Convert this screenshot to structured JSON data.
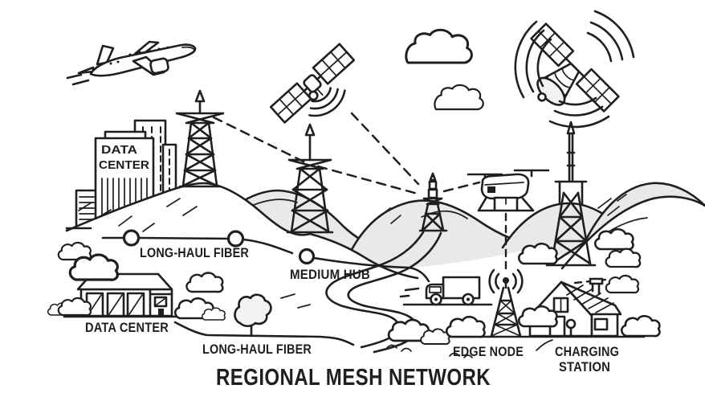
{
  "title": "REGIONAL MESH NETWORK",
  "labels": {
    "city_building_line1": "DATA",
    "city_building_line2": "CENTER",
    "long_haul_fiber_upper": "LONG-HAUL FIBER",
    "medium_hub": "MEDIUM HUB",
    "warehouse_data_center": "DATA CENTER",
    "long_haul_fiber_lower": "LONG-HAUL FIBER",
    "edge_node": "EDGE NODE",
    "charging_station_line1": "CHARGING",
    "charging_station_line2": "STATION"
  },
  "colors": {
    "ink": "#1f1f1f",
    "hill": "#e9e9e9",
    "background": "#ffffff"
  },
  "icons": [
    "airplane-icon",
    "satellite-icon",
    "dish-satellite-icon",
    "cloud-icon",
    "bush-icon",
    "tree-icon",
    "radio-tower-icon",
    "relay-tower-icon",
    "city-buildings-icon",
    "warehouse-icon",
    "fiber-node-icon",
    "winding-road-icon",
    "delivery-drone-icon",
    "truck-icon",
    "edge-node-tower-icon",
    "signal-waves-icon",
    "house-icon"
  ]
}
